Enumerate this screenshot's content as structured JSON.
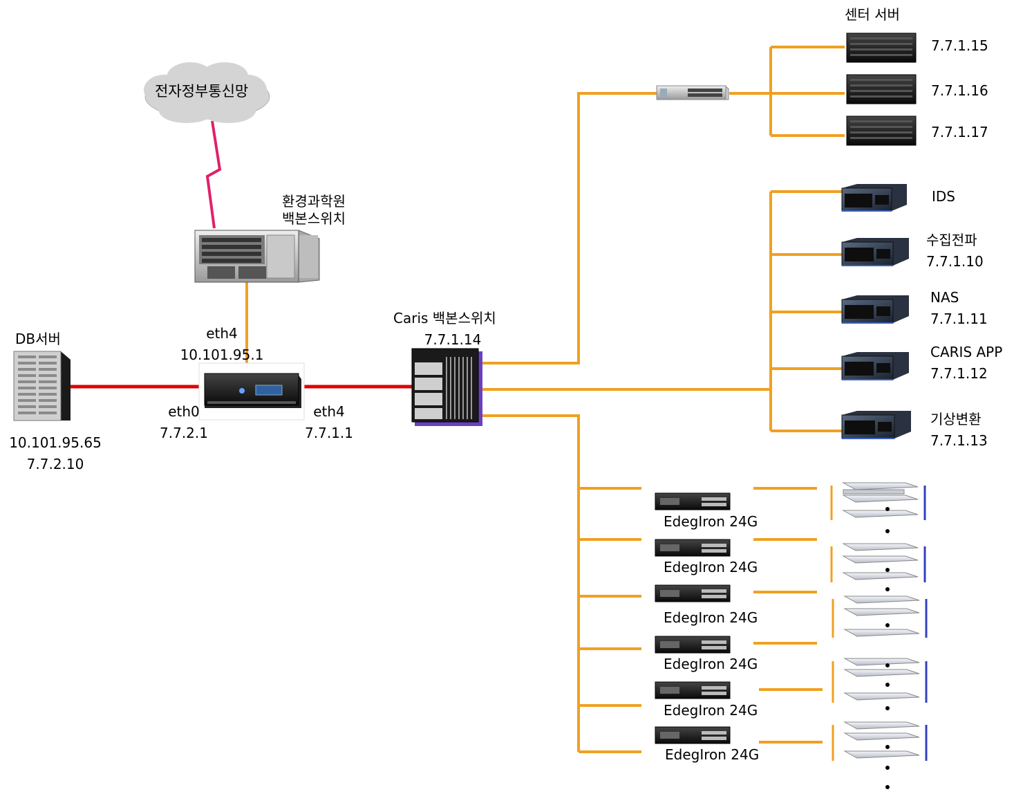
{
  "cloud": {
    "label": "전자정부통신망"
  },
  "env_switch": {
    "line1": "환경과학원",
    "line2": "백본스위치"
  },
  "db_server": {
    "title": "DB서버",
    "ip1": "10.101.95.65",
    "ip2": "7.7.2.10"
  },
  "gateway": {
    "top_if": "eth4",
    "top_ip": "10.101.95.1",
    "left_if": "eth0",
    "left_ip": "7.7.2.1",
    "right_if": "eth4",
    "right_ip": "7.7.1.1"
  },
  "caris_switch": {
    "title": "Caris  백본스위치",
    "ip": "7.7.1.14"
  },
  "center_servers": {
    "title": "센터 서버",
    "ips": [
      "7.7.1.15",
      "7.7.1.16",
      "7.7.1.17"
    ]
  },
  "servers": [
    {
      "name": "IDS",
      "ip": ""
    },
    {
      "name": "수집전파",
      "ip": "7.7.1.10"
    },
    {
      "name": "NAS",
      "ip": "7.7.1.11"
    },
    {
      "name": "CARIS APP",
      "ip": "7.7.1.12"
    },
    {
      "name": "기상변환",
      "ip": "7.7.1.13"
    }
  ],
  "edge_switches": [
    {
      "label": "EdegIron 24G"
    },
    {
      "label": "EdegIron 24G"
    },
    {
      "label": "EdegIron 24G"
    },
    {
      "label": "EdegIron 24G"
    },
    {
      "label": "EdegIron 24G"
    },
    {
      "label": "EdegIron 24G"
    }
  ],
  "colors": {
    "orange_link": "#f0a020",
    "red_link": "#e00000",
    "pink_link": "#e0206a"
  }
}
